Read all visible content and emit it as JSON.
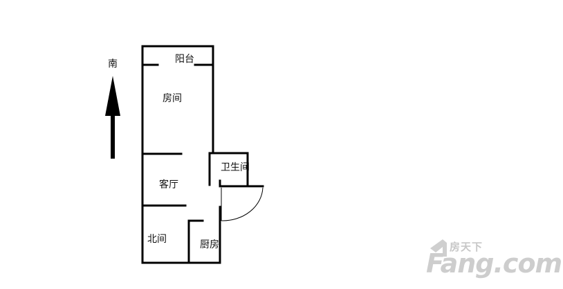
{
  "compass": {
    "label": "南",
    "icon": "north-arrow-icon"
  },
  "rooms": {
    "balcony": "阳台",
    "bedroom": "房间",
    "bathroom": "卫生间",
    "living_room": "客厅",
    "north_room": "北间",
    "kitchen": "厨房"
  },
  "watermark": {
    "cn": "房天下",
    "en": "Fang.com"
  },
  "colors": {
    "wall": "#000000",
    "watermark": "#cccccc"
  }
}
